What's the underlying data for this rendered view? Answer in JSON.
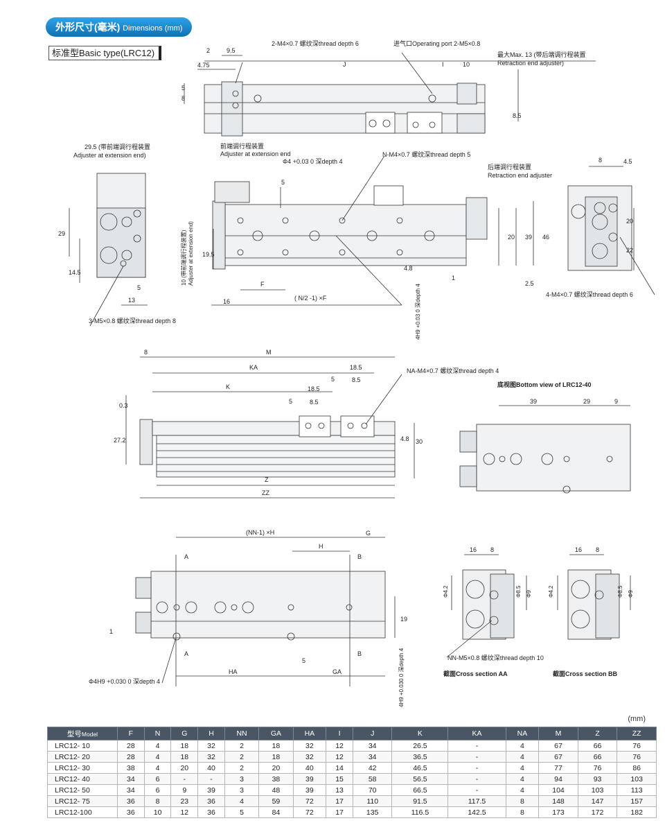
{
  "header": {
    "title_cn": "外形尺寸(毫米)",
    "title_en": "Dimensions (mm)"
  },
  "subheader": {
    "label": "标准型Basic type(LRC12)"
  },
  "drawing": {
    "top_labels": {
      "d2": "2",
      "d9_5": "9.5",
      "d4_75": "4.75",
      "d8": "8",
      "d5": "5",
      "dJ": "J",
      "dI": "I",
      "d10": "10",
      "d8_5": "8.5",
      "thread_top": "2-M4×0.7 螺纹深thread depth 6",
      "port": "进气口Operating port 2-M5×0.8",
      "max13": "最大Max. 13 (带后端调行程装置",
      "retract_adj": "Retraction end adjuster)"
    },
    "mid_labels": {
      "d29_5": "29.5 (带前端调行程装置",
      "ext_adj": "Adjuster at extension end)",
      "front_adj_cn": "前端调行程装置",
      "front_adj_en": "Adjuster at extension end",
      "phi4": "Φ4 +0.03 0 深depth 4",
      "n_thread": "N-M4×0.7 螺纹深thread depth 5",
      "rear_adj_cn": "后端调行程装置",
      "rear_adj_en": "Retraction end adjuster",
      "d8b": "8",
      "d4_5": "4.5",
      "d29": "29",
      "d14_5": "14.5",
      "d5b": "5",
      "d13": "13",
      "m5_thread": "3-M5×0.8 螺纹深thread depth 8",
      "d5c": "5",
      "d19_5": "19.5",
      "dF": "F",
      "d16": "16",
      "formula": "( N/2 -1) ×F",
      "vert10": "10 (带前端调行程装置)",
      "vert10en": "Adjuster at extension end)",
      "d20": "20",
      "d39": "39",
      "d46": "46",
      "d1": "1",
      "d2_5": "2.5",
      "d4_8": "4.8",
      "h9": "4H9 +0.03 0 深depth 4",
      "d20r": "20",
      "d22r": "22",
      "m4_side": "4-M4×0.7 螺纹深thread depth 6"
    },
    "side_labels": {
      "d8": "8",
      "dM": "M",
      "dKA": "KA",
      "d18_5a": "18.5",
      "d5a": "5",
      "d8_5a": "8.5",
      "dK": "K",
      "d18_5b": "18.5",
      "d5b": "5",
      "d8_5b": "8.5",
      "na_thread": "NA-M4×0.7 螺纹深thread depth 4",
      "d0_3": "0.3",
      "d27_2": "27.2",
      "d4_8": "4.8",
      "d30": "30",
      "dZ": "Z",
      "dZZ": "ZZ",
      "bottom_title": "底视图Bottom view of LRC12-40",
      "d39": "39",
      "d29": "29",
      "d9": "9"
    },
    "bottom_labels": {
      "nnh": "(NN-1) ×H",
      "dG": "G",
      "dH": "H",
      "A1": "A",
      "B1": "B",
      "A2": "A",
      "B2": "B",
      "d19": "19",
      "d1": "1",
      "d5": "5",
      "dHA": "HA",
      "dGA": "GA",
      "phi4h9": "Φ4H9 +0.030 0 深depth 4",
      "h9v": "4H9 +0.030 0 深depth 4",
      "cs16a": "16",
      "cs8a": "8",
      "cs16b": "16",
      "cs8b": "8",
      "phi4_2a": "Φ4.2",
      "phi8_5a": "Φ8.5",
      "phi9a": "Φ9",
      "phi4_2b": "Φ4.2",
      "phi8_5b": "Φ8.5",
      "phi9b": "Φ9",
      "nn_thread": "NN-M5×0.8 螺纹深thread depth 10",
      "csAA": "截面Cross section AA",
      "csBB": "截面Cross section BB"
    }
  },
  "table": {
    "unit": "(mm)",
    "columns": [
      {
        "cn": "型号",
        "en": "Model"
      },
      {
        "cn": "F"
      },
      {
        "cn": "N"
      },
      {
        "cn": "G"
      },
      {
        "cn": "H"
      },
      {
        "cn": "NN"
      },
      {
        "cn": "GA"
      },
      {
        "cn": "HA"
      },
      {
        "cn": "I"
      },
      {
        "cn": "J"
      },
      {
        "cn": "K"
      },
      {
        "cn": "KA"
      },
      {
        "cn": "NA"
      },
      {
        "cn": "M"
      },
      {
        "cn": "Z"
      },
      {
        "cn": "ZZ"
      }
    ],
    "rows": [
      [
        "LRC12- 10",
        "28",
        "4",
        "18",
        "32",
        "2",
        "18",
        "32",
        "12",
        "34",
        "26.5",
        "-",
        "4",
        "67",
        "66",
        "76"
      ],
      [
        "LRC12- 20",
        "28",
        "4",
        "18",
        "32",
        "2",
        "18",
        "32",
        "12",
        "34",
        "36.5",
        "-",
        "4",
        "67",
        "66",
        "76"
      ],
      [
        "LRC12- 30",
        "38",
        "4",
        "20",
        "40",
        "2",
        "20",
        "40",
        "14",
        "42",
        "46.5",
        "-",
        "4",
        "77",
        "76",
        "86"
      ],
      [
        "LRC12- 40",
        "34",
        "6",
        "-",
        "-",
        "3",
        "38",
        "39",
        "15",
        "58",
        "56.5",
        "-",
        "4",
        "94",
        "93",
        "103"
      ],
      [
        "LRC12- 50",
        "34",
        "6",
        "9",
        "39",
        "3",
        "48",
        "39",
        "13",
        "70",
        "66.5",
        "-",
        "4",
        "104",
        "103",
        "113"
      ],
      [
        "LRC12- 75",
        "36",
        "8",
        "23",
        "36",
        "4",
        "59",
        "72",
        "17",
        "110",
        "91.5",
        "117.5",
        "8",
        "148",
        "147",
        "157"
      ],
      [
        "LRC12-100",
        "36",
        "10",
        "12",
        "36",
        "5",
        "84",
        "72",
        "17",
        "135",
        "116.5",
        "142.5",
        "8",
        "173",
        "172",
        "182"
      ]
    ]
  }
}
